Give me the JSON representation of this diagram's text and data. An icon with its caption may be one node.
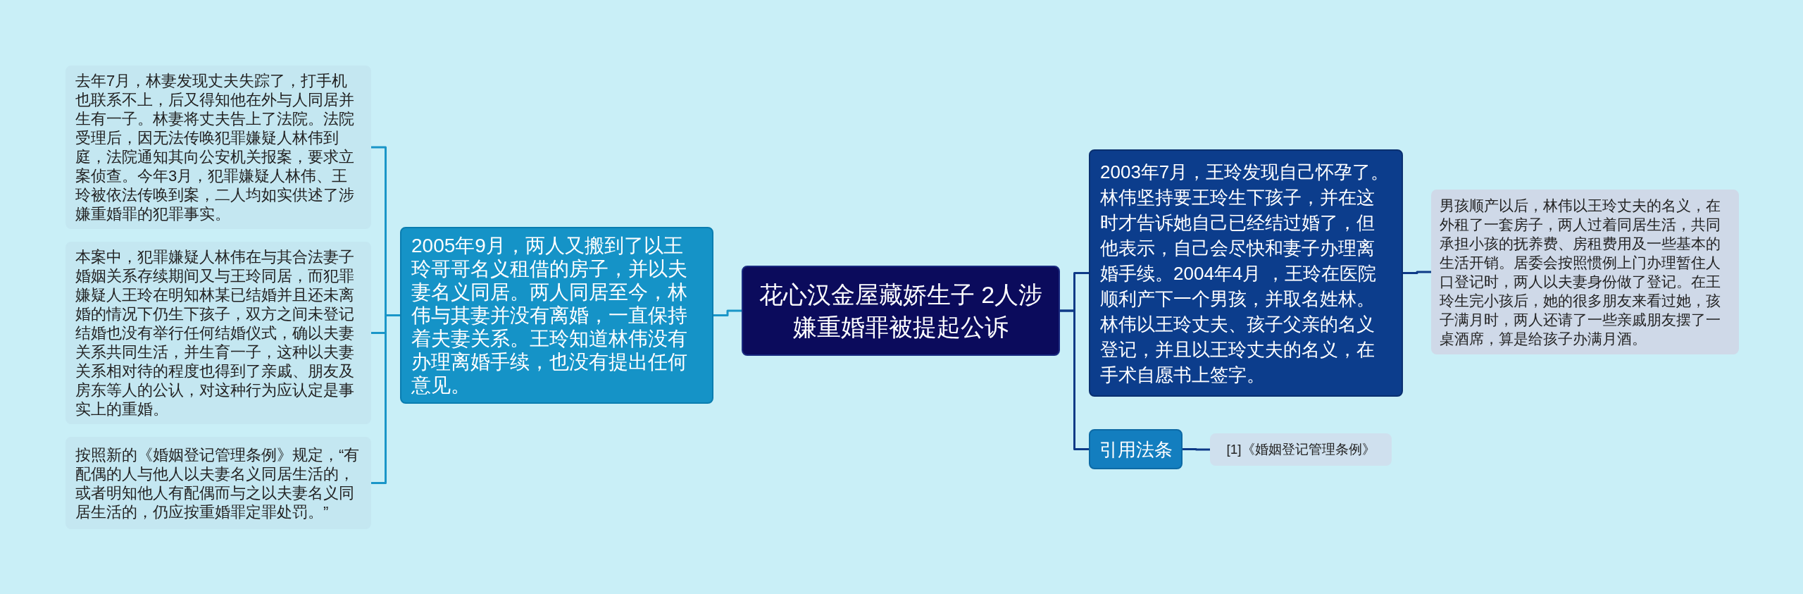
{
  "diagram": {
    "nodes": [
      {
        "text": [
          "花心汉金屋藏娇生子 2人涉嫌重婚罪被提起公诉"
        ]
      },
      {
        "text": [
          "2005年9月，两人又搬到了以王玲哥哥名义租借的房子，并以夫妻名义同居。两人同居至今，林伟与其妻并没有离婚，一直保持着夫妻关系。王玲知道林伟没有办理离婚手续，也没有提出任何意见。"
        ]
      },
      {
        "text": [
          "去年7月，林妻发现丈夫失踪了，打手机也联系不上，后又得知他在外与人同居并生有一子。林妻将丈夫告上了法院。法院受理后，因无法传唤犯罪嫌疑人林伟到庭，法院通知其向公安机关报案，要求立案侦查。今年3月，犯罪嫌疑人林伟、王玲被依法传唤到案，二人均如实供述了涉嫌重婚罪的犯罪事实。"
        ]
      },
      {
        "text": [
          "本案中，犯罪嫌疑人林伟在与其合法妻子婚姻关系存续期间又与王玲同居，而犯罪嫌疑人王玲在明知林某已结婚并且还未离婚的情况下仍生下孩子，双方之间未登记结婚也没有举行任何结婚仪式，确以夫妻关系共同生活，并生育一子，这种以夫妻关系相对待的程度也得到了亲戚、朋友及房东等人的公认，对这种行为应认定是事实上的重婚。"
        ]
      },
      {
        "text": [
          "按照新的《婚姻登记管理条例》规定，“有配偶的人与他人以夫妻名义同居生活的，或者明知他人有配偶而与之以夫妻名义同居生活的，仍应按重婚罪定罪处罚。”"
        ]
      },
      {
        "text": [
          "2003年7月，王玲发现自己怀孕了。林伟坚持要王玲生下孩子，并在这时才告诉她自己已经结过婚了，但他表示，自己会尽快和妻子办理离婚手续。2004年4月 ，王玲在医院顺利产下一个男孩，并取名姓林。林伟以王玲丈夫、孩子父亲的名义登记，并且以王玲丈夫的名义，在手术自愿书上签字。"
        ]
      },
      {
        "text": [
          "男孩顺产以后，林伟以王玲丈夫的名义，在外租了一套房子，两人过着同居生活，共同承担小孩的抚养费、房租费用及一些基本的生活开销。居委会按照惯例上门办理暂住人口登记时，两人以夫妻身份做了登记。在王玲生完小孩后，她的很多朋友来看过她，孩子满月时，两人还请了一些亲戚朋友摆了一桌酒席，算是给孩子办满月酒。"
        ]
      },
      {
        "text": [
          "引用法条"
        ]
      },
      {
        "text": [
          "[1]《婚姻登记管理条例》"
        ]
      }
    ],
    "edges": [
      {
        "from": 0,
        "to": 1,
        "arrow": "none"
      },
      {
        "from": 1,
        "to": 2,
        "arrow": "none"
      },
      {
        "from": 1,
        "to": 3,
        "arrow": "none"
      },
      {
        "from": 1,
        "to": 4,
        "arrow": "none"
      },
      {
        "from": 0,
        "to": 5,
        "arrow": "none",
        "color": "#0e3a87"
      },
      {
        "from": 0,
        "to": 7,
        "arrow": "none",
        "color": "#0e3a87"
      },
      {
        "from": 5,
        "to": 6,
        "arrow": "none",
        "color": "#0e3a87"
      },
      {
        "from": 7,
        "to": 8,
        "arrow": "none",
        "color": "#0e3a87"
      }
    ]
  }
}
